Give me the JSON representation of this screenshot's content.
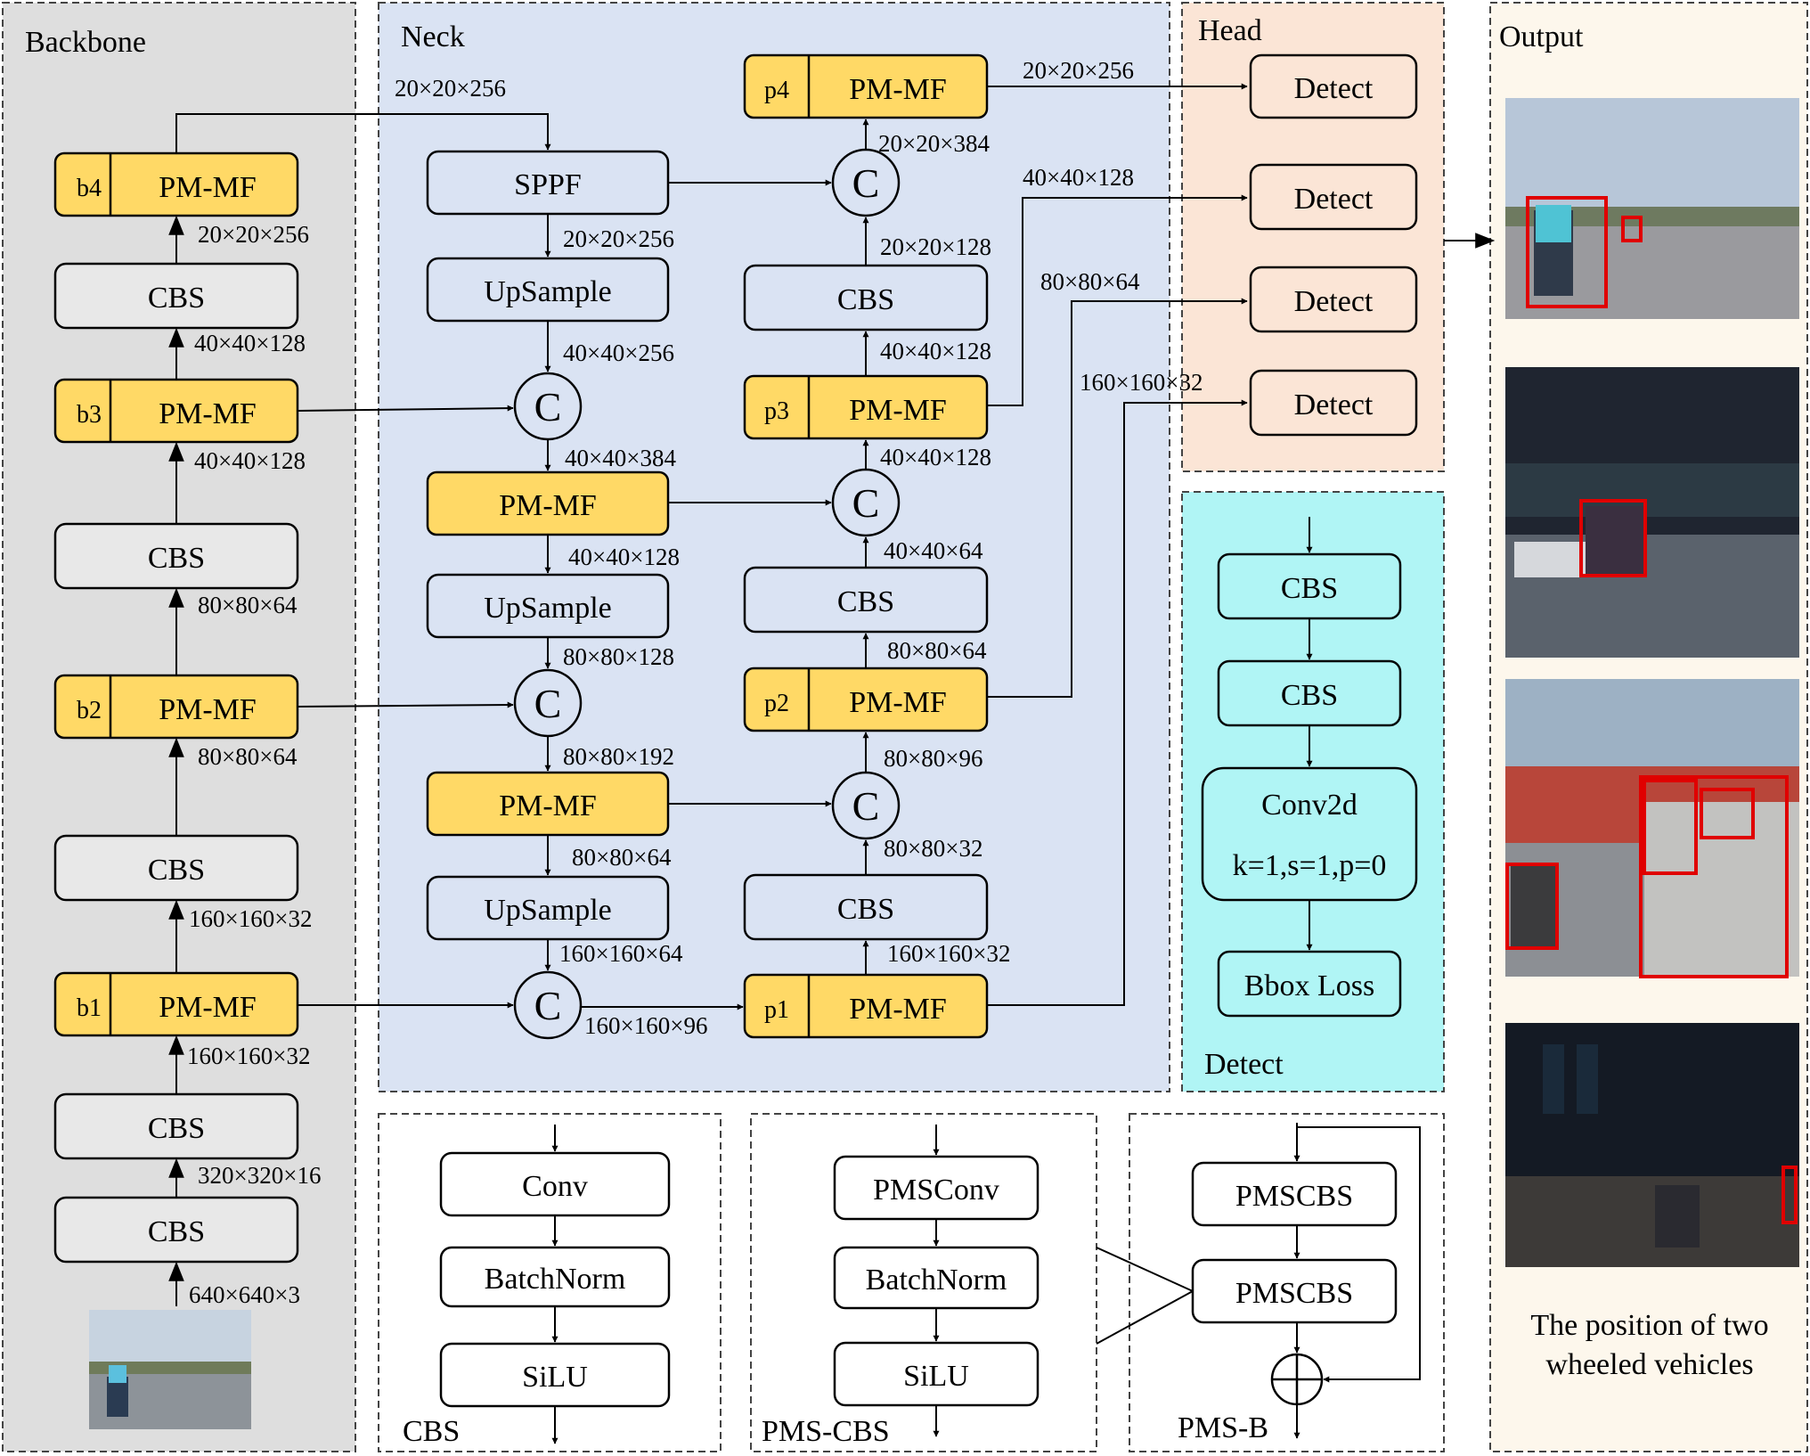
{
  "panels": {
    "backbone": "Backbone",
    "neck": "Neck",
    "head": "Head",
    "output": "Output",
    "detect": "Detect",
    "cbs": "CBS",
    "pms_cbs": "PMS-CBS",
    "pms_b": "PMS-B"
  },
  "blocks": {
    "pm_mf": "PM-MF",
    "cbs": "CBS",
    "sppf": "SPPF",
    "upsample": "UpSample",
    "concat": "C",
    "detect": "Detect",
    "b1": "b1",
    "b2": "b2",
    "b3": "b3",
    "b4": "b4",
    "p1": "p1",
    "p2": "p2",
    "p3": "p3",
    "p4": "p4"
  },
  "detect_panel": {
    "cbs1": "CBS",
    "cbs2": "CBS",
    "conv2d": "Conv2d",
    "conv2d_params": "k=1,s=1,p=0",
    "bbox_loss": "Bbox Loss"
  },
  "cbs_panel": {
    "conv": "Conv",
    "batchnorm": "BatchNorm",
    "silu": "SiLU"
  },
  "pms_cbs_panel": {
    "pmsconv": "PMSConv",
    "batchnorm": "BatchNorm",
    "silu": "SiLU"
  },
  "pms_b_panel": {
    "pmscbs1": "PMSCBS",
    "pmscbs2": "PMSCBS"
  },
  "dims": {
    "bb_640": "640×640×3",
    "bb_320": "320×320×16",
    "bb_160a": "160×160×32",
    "bb_160b": "160×160×32",
    "bb_80a": "80×80×64",
    "bb_80b": "80×80×64",
    "bb_40a": "40×40×128",
    "bb_40b": "40×40×128",
    "bb_20": "20×20×256",
    "n_top": "20×20×256",
    "n_sppf": "20×20×256",
    "n_up1": "40×40×256",
    "n_c1": "40×40×384",
    "n_pm1": "40×40×128",
    "n_up2": "80×80×128",
    "n_c2": "80×80×192",
    "n_pm2": "80×80×64",
    "n_up3": "160×160×64",
    "n_c3": "160×160×96",
    "r_p1": "160×160×32",
    "r_cbs1": "80×80×32",
    "r_c1": "80×80×96",
    "r_p2": "80×80×64",
    "r_cbs2": "40×40×64",
    "r_c2": "40×40×128",
    "r_p3": "40×40×128",
    "r_cbs3": "20×20×128",
    "r_c3": "20×20×384",
    "h_p4": "20×20×256",
    "h_p3": "40×40×128",
    "h_p2": "80×80×64",
    "h_p1": "160×160×32"
  },
  "output_caption": [
    "The position of two",
    "wheeled vehicles"
  ],
  "colors": {
    "backbone_bg": "#dedede",
    "neck_bg": "#dae3f3",
    "head_bg": "#fbe5d6",
    "detect_bg": "#b0f5f5",
    "output_bg": "#fdf7ec",
    "pm_mf": "#ffd966",
    "block_gray": "#e8e8e8",
    "block_neck": "#dae3f3",
    "block_head": "#fbe5d6",
    "block_detect": "#b0f5f5",
    "detection_box": "#e00000"
  }
}
